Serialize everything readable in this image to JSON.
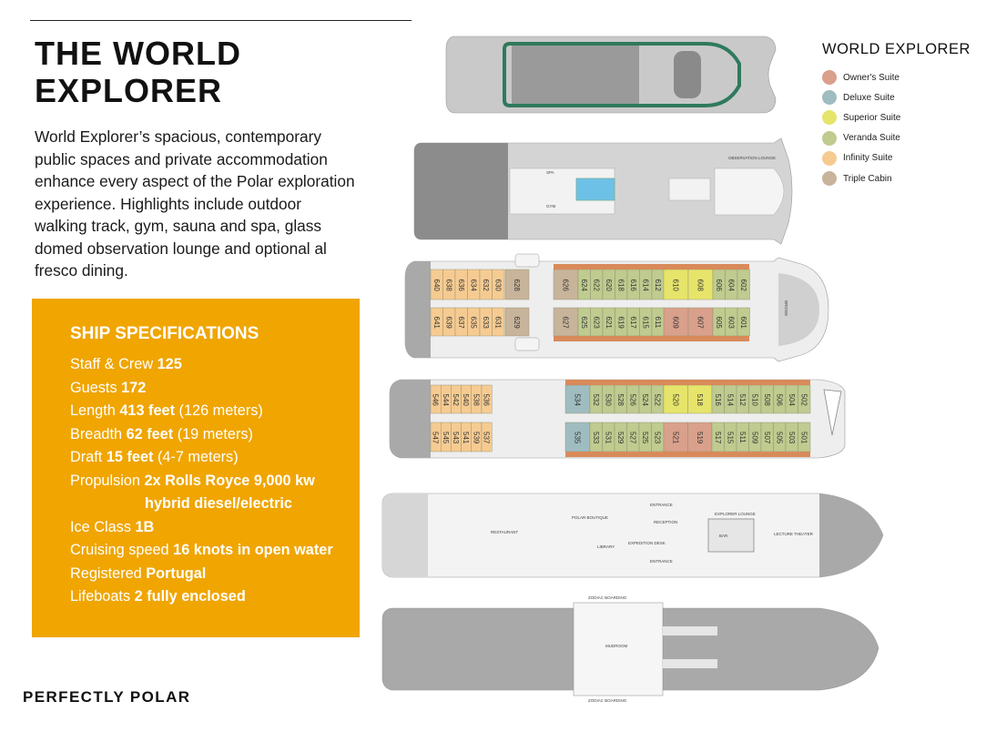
{
  "title": "THE WORLD EXPLORER",
  "intro": "World Explorer’s spacious, contemporary public spaces and private accommodation enhance every aspect of the Polar exploration experience. Highlights include outdoor walking track, gym, sauna and spa, glass domed observation lounge and optional al fresco dining.",
  "specs": {
    "heading": "SHIP SPECIFICATIONS",
    "items": [
      {
        "label": "Staff & Crew",
        "value": "125",
        "extra": ""
      },
      {
        "label": "Guests",
        "value": "172",
        "extra": ""
      },
      {
        "label": "Length",
        "value": "413 feet",
        "extra": "(126 meters)"
      },
      {
        "label": "Breadth",
        "value": "62 feet",
        "extra": "(19 meters)"
      },
      {
        "label": "Draft",
        "value": "15 feet",
        "extra": "(4-7 meters)"
      },
      {
        "label": "Propulsion",
        "value": "2x Rolls Royce 9,000 kw",
        "extra": ""
      },
      {
        "label": "",
        "value": "hybrid diesel/electric",
        "extra": ""
      },
      {
        "label": "Ice Class",
        "value": "1B",
        "extra": ""
      },
      {
        "label": "Cruising speed",
        "value": "16 knots in open water",
        "extra": ""
      },
      {
        "label": "Registered",
        "value": "Portugal",
        "extra": ""
      },
      {
        "label": "Lifeboats",
        "value": "2 fully enclosed",
        "extra": ""
      }
    ]
  },
  "footer": "PERFECTLY POLAR",
  "legend": {
    "title": "WORLD EXPLORER",
    "items": [
      {
        "key": "owner",
        "label": "Owner's Suite",
        "color": "#d9a08c"
      },
      {
        "key": "deluxe",
        "label": "Deluxe Suite",
        "color": "#9fbcc0"
      },
      {
        "key": "superior",
        "label": "Superior Suite",
        "color": "#e6e46a"
      },
      {
        "key": "veranda",
        "label": "Veranda Suite",
        "color": "#bfcb8f"
      },
      {
        "key": "infinity",
        "label": "Infinity Suite",
        "color": "#f6cb92"
      },
      {
        "key": "triple",
        "label": "Triple Cabin",
        "color": "#c8b49a"
      }
    ]
  },
  "decks": {
    "deck7": {
      "spa": "SPA",
      "gym": "GYM",
      "observation": "OBSERVATION LOUNGE"
    },
    "deck6": {
      "bridge": "BRIDGE",
      "top": [
        {
          "no": "640",
          "type": "infinity"
        },
        {
          "no": "638",
          "type": "infinity"
        },
        {
          "no": "636",
          "type": "infinity"
        },
        {
          "no": "634",
          "type": "infinity"
        },
        {
          "no": "632",
          "type": "infinity"
        },
        {
          "no": "630",
          "type": "infinity"
        },
        {
          "no": "628",
          "type": "triple"
        },
        {
          "no": "626",
          "type": "triple"
        },
        {
          "no": "624",
          "type": "veranda"
        },
        {
          "no": "622",
          "type": "veranda"
        },
        {
          "no": "620",
          "type": "veranda"
        },
        {
          "no": "618",
          "type": "veranda"
        },
        {
          "no": "616",
          "type": "veranda"
        },
        {
          "no": "614",
          "type": "veranda"
        },
        {
          "no": "612",
          "type": "veranda"
        },
        {
          "no": "610",
          "type": "superior"
        },
        {
          "no": "608",
          "type": "superior"
        },
        {
          "no": "606",
          "type": "veranda"
        },
        {
          "no": "604",
          "type": "veranda"
        },
        {
          "no": "602",
          "type": "veranda"
        }
      ],
      "bottom": [
        {
          "no": "641",
          "type": "infinity"
        },
        {
          "no": "639",
          "type": "infinity"
        },
        {
          "no": "637",
          "type": "infinity"
        },
        {
          "no": "635",
          "type": "infinity"
        },
        {
          "no": "633",
          "type": "infinity"
        },
        {
          "no": "631",
          "type": "infinity"
        },
        {
          "no": "629",
          "type": "triple"
        },
        {
          "no": "627",
          "type": "triple"
        },
        {
          "no": "625",
          "type": "veranda"
        },
        {
          "no": "623",
          "type": "veranda"
        },
        {
          "no": "621",
          "type": "veranda"
        },
        {
          "no": "619",
          "type": "veranda"
        },
        {
          "no": "617",
          "type": "veranda"
        },
        {
          "no": "615",
          "type": "veranda"
        },
        {
          "no": "611",
          "type": "veranda"
        },
        {
          "no": "609",
          "type": "owner"
        },
        {
          "no": "607",
          "type": "owner"
        },
        {
          "no": "605",
          "type": "veranda"
        },
        {
          "no": "603",
          "type": "veranda"
        },
        {
          "no": "601",
          "type": "veranda"
        }
      ]
    },
    "deck5": {
      "top": [
        {
          "no": "546",
          "type": "infinity"
        },
        {
          "no": "544",
          "type": "infinity"
        },
        {
          "no": "542",
          "type": "infinity"
        },
        {
          "no": "540",
          "type": "infinity"
        },
        {
          "no": "538",
          "type": "infinity"
        },
        {
          "no": "536",
          "type": "infinity"
        },
        {
          "no": "534",
          "type": "deluxe"
        },
        {
          "no": "532",
          "type": "veranda"
        },
        {
          "no": "530",
          "type": "veranda"
        },
        {
          "no": "528",
          "type": "veranda"
        },
        {
          "no": "526",
          "type": "veranda"
        },
        {
          "no": "524",
          "type": "veranda"
        },
        {
          "no": "522",
          "type": "veranda"
        },
        {
          "no": "520",
          "type": "superior"
        },
        {
          "no": "518",
          "type": "superior"
        },
        {
          "no": "516",
          "type": "veranda"
        },
        {
          "no": "514",
          "type": "veranda"
        },
        {
          "no": "512",
          "type": "veranda"
        },
        {
          "no": "510",
          "type": "veranda"
        },
        {
          "no": "508",
          "type": "veranda"
        },
        {
          "no": "506",
          "type": "veranda"
        },
        {
          "no": "504",
          "type": "veranda"
        },
        {
          "no": "502",
          "type": "veranda"
        }
      ],
      "bottom": [
        {
          "no": "547",
          "type": "infinity"
        },
        {
          "no": "545",
          "type": "infinity"
        },
        {
          "no": "543",
          "type": "infinity"
        },
        {
          "no": "541",
          "type": "infinity"
        },
        {
          "no": "539",
          "type": "infinity"
        },
        {
          "no": "537",
          "type": "infinity"
        },
        {
          "no": "535",
          "type": "deluxe"
        },
        {
          "no": "533",
          "type": "veranda"
        },
        {
          "no": "531",
          "type": "veranda"
        },
        {
          "no": "529",
          "type": "veranda"
        },
        {
          "no": "527",
          "type": "veranda"
        },
        {
          "no": "525",
          "type": "veranda"
        },
        {
          "no": "523",
          "type": "veranda"
        },
        {
          "no": "521",
          "type": "owner"
        },
        {
          "no": "519",
          "type": "owner"
        },
        {
          "no": "517",
          "type": "veranda"
        },
        {
          "no": "515",
          "type": "veranda"
        },
        {
          "no": "511",
          "type": "veranda"
        },
        {
          "no": "509",
          "type": "veranda"
        },
        {
          "no": "507",
          "type": "veranda"
        },
        {
          "no": "505",
          "type": "veranda"
        },
        {
          "no": "503",
          "type": "veranda"
        },
        {
          "no": "501",
          "type": "veranda"
        }
      ]
    },
    "deck4": {
      "restaurant": "RESTAURANT",
      "boutique": "POLAR BOUTIQUE",
      "library": "LIBRARY",
      "expedition_desk": "EXPEDITION DESK",
      "reception": "RECEPTION",
      "entrance": "ENTRANCE",
      "explorer_lounge": "EXPLORER LOUNGE",
      "bar": "BAR",
      "lecture_theater": "LECTURE THEATER"
    },
    "deck3": {
      "zodiac": "ZODIAC BOARDING",
      "mudroom": "MUDROOM"
    }
  }
}
